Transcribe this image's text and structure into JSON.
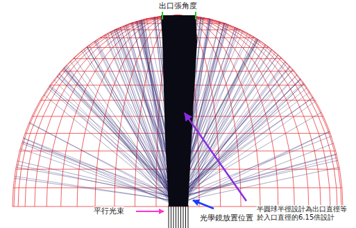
{
  "diagram": {
    "labels": [
      "出口張角度",
      "平行光束",
      "光學鏡放置位置",
      "半圓球半徑設計為出口直徑等於入口直徑的6.15倍設計"
    ]
  }
}
